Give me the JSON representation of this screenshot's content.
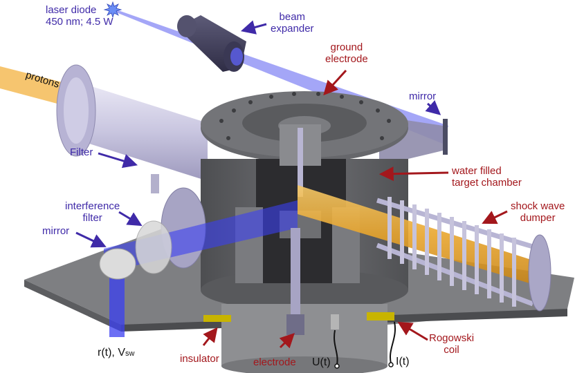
{
  "colors": {
    "laser_label": "#3f2aa8",
    "component_label": "#a3171c",
    "signal_label": "#111111",
    "laser_beam": "#5a5cf0",
    "proton_beam": "#f3b23f",
    "plate": "#7f8083",
    "chamber": "#5f6063",
    "flange": "#a9a6c4",
    "insulator": "#c8b400"
  },
  "labels": {
    "laser_diode_line1": "laser diode",
    "laser_diode_line2": "450 nm; 4.5 W",
    "beam_expander_line1": "beam",
    "beam_expander_line2": "expander",
    "ground_electrode_line1": "ground",
    "ground_electrode_line2": "electrode",
    "protons": "protons",
    "mirror_top": "mirror",
    "filter": "Filter",
    "water_target_line1": "water filled",
    "water_target_line2": "target chamber",
    "interference_filter_line1": "interference",
    "interference_filter_line2": "filter",
    "mirror_left": "mirror",
    "shock_wave_line1": "shock wave",
    "shock_wave_line2": "dumper",
    "signal_r_prefix": "r(t), V",
    "signal_r_sub": "sw",
    "insulator": "insulator",
    "electrode": "electrode",
    "voltage": "U(t)",
    "current": "I(t)",
    "rogowski_line1": "Rogowski",
    "rogowski_line2": "coil"
  }
}
